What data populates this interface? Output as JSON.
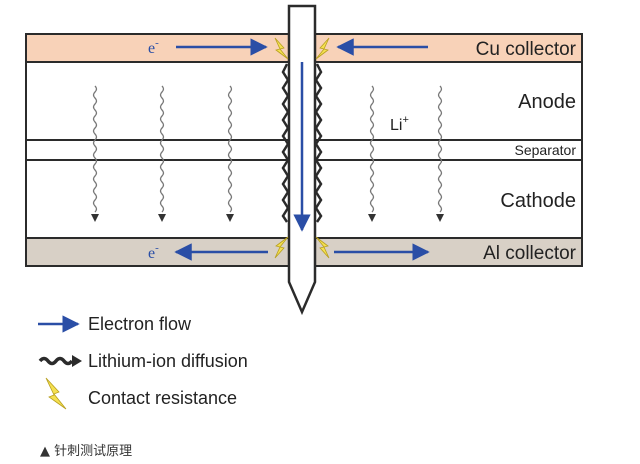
{
  "layers": {
    "cu_collector": "Cu collector",
    "anode": "Anode",
    "separator": "Separator",
    "cathode": "Cathode",
    "al_collector": "Al collector"
  },
  "labels": {
    "electron": "e",
    "electron_sup": "-",
    "li_ion": "Li",
    "li_ion_sup": "+"
  },
  "legend": {
    "electron_flow": "Electron flow",
    "lithium_ion_diffusion": "Lithium-ion diffusion",
    "contact_resistance": "Contact resistance"
  },
  "caption": "▲ 针刺测试原理",
  "colors": {
    "cu_collector": "#f8d2b8",
    "al_collector": "#d8d0c6",
    "electron_arrow": "#2a4ea6",
    "lightning": "#f5e050",
    "outline": "#2b2b2b"
  }
}
